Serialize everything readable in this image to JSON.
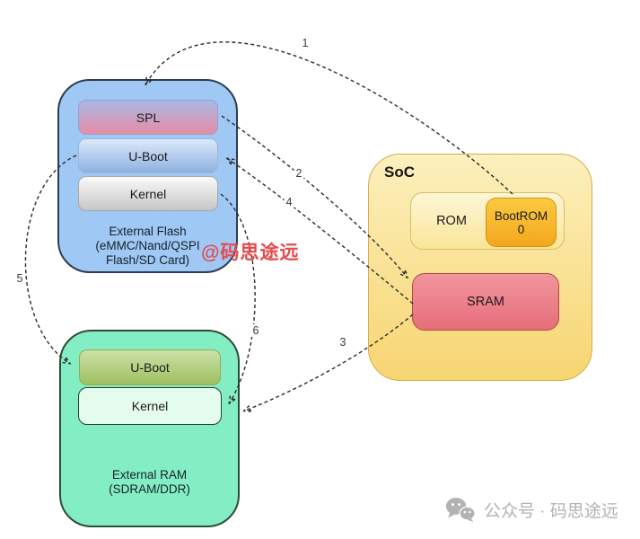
{
  "colors": {
    "flash_fill": "#9fc8f4",
    "flash_border": "#2c3e50",
    "spl_top": "#a9b7e6",
    "spl_bottom": "#e78da6",
    "uboot_flash_top": "#dce9fa",
    "uboot_flash_bottom": "#8fb1e1",
    "kernel_flash_top": "#fafafa",
    "kernel_flash_bottom": "#c6c6c6",
    "ram_fill": "#83eec3",
    "ram_border": "#2d4a38",
    "uboot_ram_top": "#cce1a9",
    "uboot_ram_bottom": "#9fbf5f",
    "kernel_ram_fill": "#e4fcee",
    "kernel_ram_border": "#24402f",
    "soc_top": "#fcf0bd",
    "soc_bottom": "#f7d571",
    "soc_border": "#d8ab4e",
    "rom_top": "#fdf6d6",
    "rom_bottom": "#f9e699",
    "rom_border": "#dcbc62",
    "bootrom_top": "#fbca41",
    "bootrom_bottom": "#f4a71d",
    "bootrom_border": "#d98f14",
    "sram_top": "#f1949d",
    "sram_bottom": "#e66e7b",
    "sram_border": "#b5493e",
    "arrow": "#2b2b2b",
    "watermark": "#e64a4d",
    "footer": "#b2b2b2"
  },
  "external_flash": {
    "blocks": {
      "spl": "SPL",
      "uboot": "U-Boot",
      "kernel": "Kernel"
    },
    "caption": [
      "External Flash",
      "(eMMC/Nand/QSPI",
      "Flash/SD Card)"
    ]
  },
  "external_ram": {
    "blocks": {
      "uboot": "U-Boot",
      "kernel": "Kernel"
    },
    "caption": [
      "External RAM",
      "(SDRAM/DDR)"
    ]
  },
  "soc": {
    "title": "SoC",
    "rom_label": "ROM",
    "bootrom_lines": [
      "BootROM",
      "0"
    ],
    "sram_label": "SRAM"
  },
  "arrows": [
    {
      "label": "1",
      "from": "BootROM0",
      "to": "External Flash (SPL)"
    },
    {
      "label": "2",
      "from": "SPL",
      "to": "SRAM"
    },
    {
      "label": "3",
      "from": "SRAM",
      "to": "External RAM (Kernel)"
    },
    {
      "label": "4",
      "from": "SRAM",
      "to": "U-Boot in External Flash"
    },
    {
      "label": "5",
      "from": "U-Boot in External Flash",
      "to": "U-Boot in External RAM"
    },
    {
      "label": "6",
      "from": "Kernel in External Flash",
      "to": "Kernel in External RAM"
    }
  ],
  "watermark": "@码思途远",
  "footer": {
    "text": "公众号 · 码思途远"
  }
}
